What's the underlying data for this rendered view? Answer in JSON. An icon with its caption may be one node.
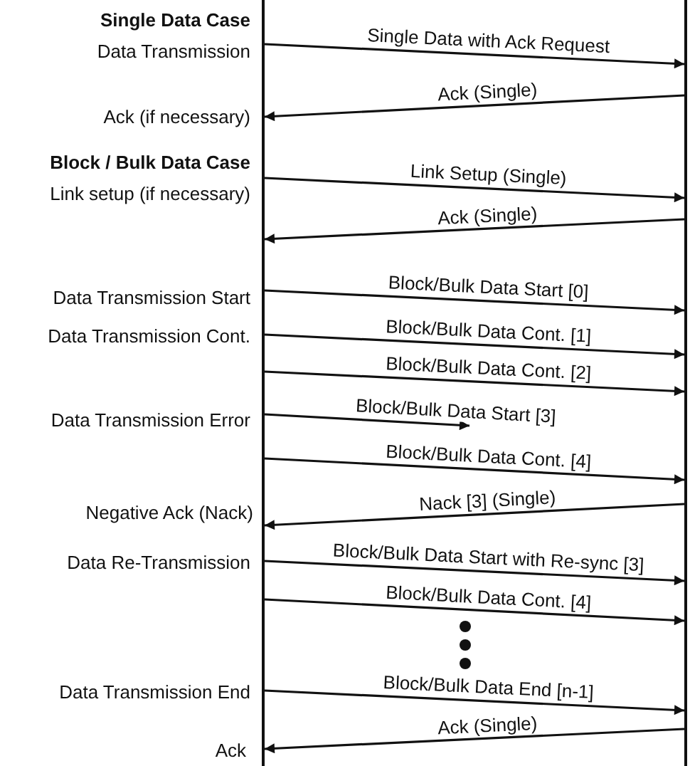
{
  "diagram": {
    "nodes": [
      {
        "text": [],
        "shape": "bar"
      },
      {
        "text": [],
        "shape": "bar"
      }
    ],
    "edges": [
      {
        "from": 0,
        "to": 1,
        "arrow": "to",
        "label": "Single Data with Ack Request"
      },
      {
        "from": 1,
        "to": 0,
        "arrow": "to",
        "label": "Ack (Single)"
      },
      {
        "from": 0,
        "to": 1,
        "arrow": "to",
        "label": "Link Setup (Single)"
      },
      {
        "from": 1,
        "to": 0,
        "arrow": "to",
        "label": "Ack (Single)"
      },
      {
        "from": 0,
        "to": 1,
        "arrow": "to",
        "label": "Block/Bulk Data Start [0]"
      },
      {
        "from": 0,
        "to": 1,
        "arrow": "to",
        "label": "Block/Bulk Data Cont. [1]"
      },
      {
        "from": 0,
        "to": 1,
        "arrow": "to",
        "label": "Block/Bulk Data Cont. [2]"
      },
      {
        "from": 0,
        "to": null,
        "arrow": "to",
        "label": "Block/Bulk Data Start [3]"
      },
      {
        "from": 0,
        "to": 1,
        "arrow": "to",
        "label": "Block/Bulk Data Cont. [4]"
      },
      {
        "from": 1,
        "to": 0,
        "arrow": "to",
        "label": "Nack [3] (Single)"
      },
      {
        "from": 0,
        "to": 1,
        "arrow": "to",
        "label": "Block/Bulk Data Start with Re-sync [3]"
      },
      {
        "from": 0,
        "to": 1,
        "arrow": "to",
        "label": "Block/Bulk Data Cont. [4]"
      },
      {
        "from": 0,
        "to": 1,
        "arrow": "to",
        "label": "Block/Bulk Data End [n-1]"
      },
      {
        "from": 1,
        "to": 0,
        "arrow": "to",
        "label": "Ack (Single)"
      }
    ],
    "labels": [
      "Single Data Case",
      "Data Transmission",
      "Ack (if necessary)",
      "Block / Bulk Data Case",
      "Link setup (if necessary)",
      "Data Transmission Start",
      "Data Transmission Cont.",
      "Data Transmission Error",
      "Negative Ack (Nack)",
      "Data Re-Transmission",
      "Data Transmission End",
      "Ack"
    ]
  }
}
